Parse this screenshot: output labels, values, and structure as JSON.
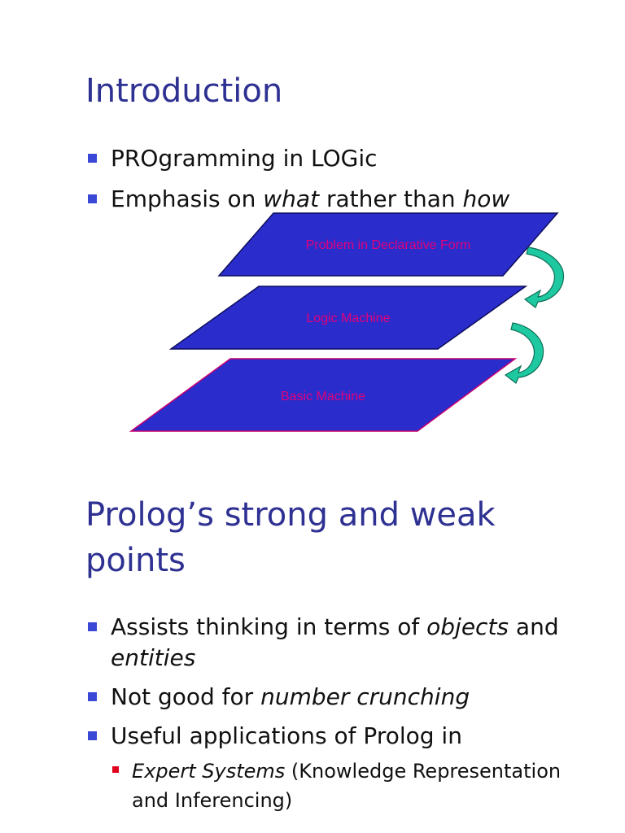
{
  "sections": [
    {
      "title": "Introduction",
      "bullets": [
        {
          "parts": [
            "PROgramming in LOGic"
          ]
        },
        {
          "parts": [
            "Emphasis on ",
            "what",
            " rather than ",
            "how"
          ]
        }
      ]
    },
    {
      "title_line1": "Prolog’s strong and weak",
      "title_line2": "points",
      "bullets": [
        {
          "parts": [
            "Assists thinking in terms of ",
            "objects",
            " and",
            "entities"
          ]
        },
        {
          "parts": [
            "Not good for ",
            "number crunching"
          ]
        },
        {
          "parts": [
            "Useful applications of Prolog in"
          ]
        }
      ],
      "sub_bullets": [
        {
          "parts": [
            "Expert Systems",
            " (Knowledge Representation",
            "and Inferencing)"
          ]
        }
      ]
    }
  ],
  "diagram": {
    "layers": [
      "Problem in Declarative Form",
      "Logic Machine",
      "Basic Machine"
    ],
    "layer_fill": "#2b2ccc",
    "label_color": "#e2007a",
    "arrow_color": "#1ec9a1"
  }
}
